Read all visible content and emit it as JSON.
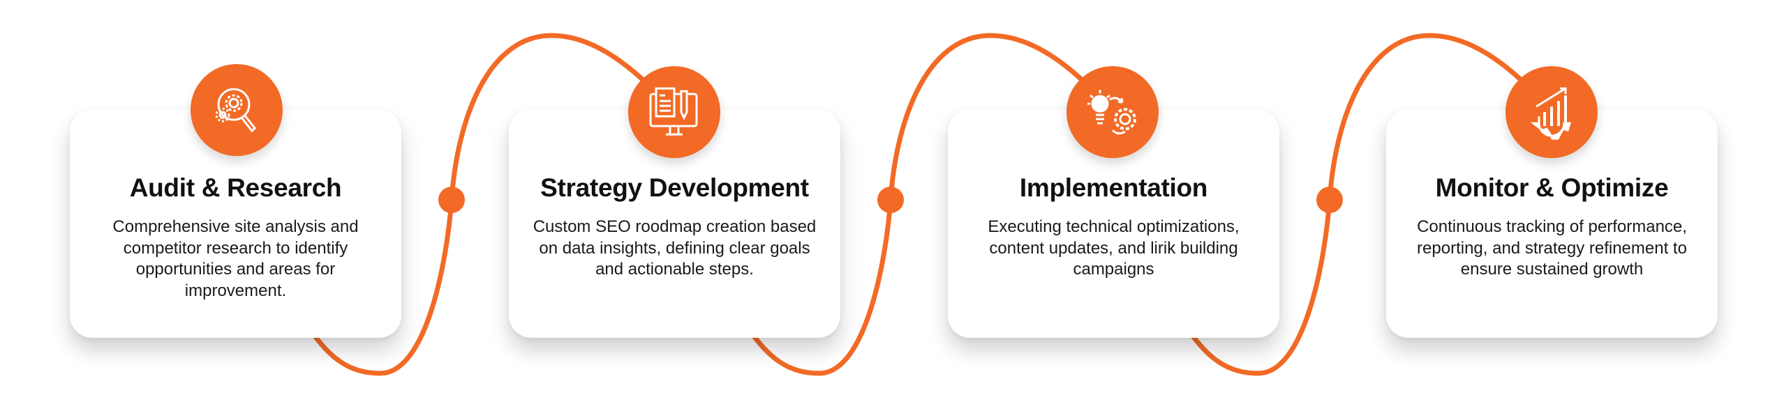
{
  "accent_color": "#F26A25",
  "steps": [
    {
      "title": "Audit & Research",
      "description": "Comprehensive site analysis and competitor research to identify opportunities and areas for improvement.",
      "icon": "gear-search-icon"
    },
    {
      "title": "Strategy Development",
      "description": "Custom SEO roodmap creation based on data insights, defining clear goals and actionable steps.",
      "icon": "document-monitor-icon"
    },
    {
      "title": "Implementation",
      "description": "Executing technical optimizations, content updates, and lirik building campaigns",
      "icon": "bulb-gear-icon"
    },
    {
      "title": "Monitor & Optimize",
      "description": "Continuous tracking of performance, reporting, and strategy refinement to ensure sustained growth",
      "icon": "growth-chart-gear-icon"
    }
  ]
}
